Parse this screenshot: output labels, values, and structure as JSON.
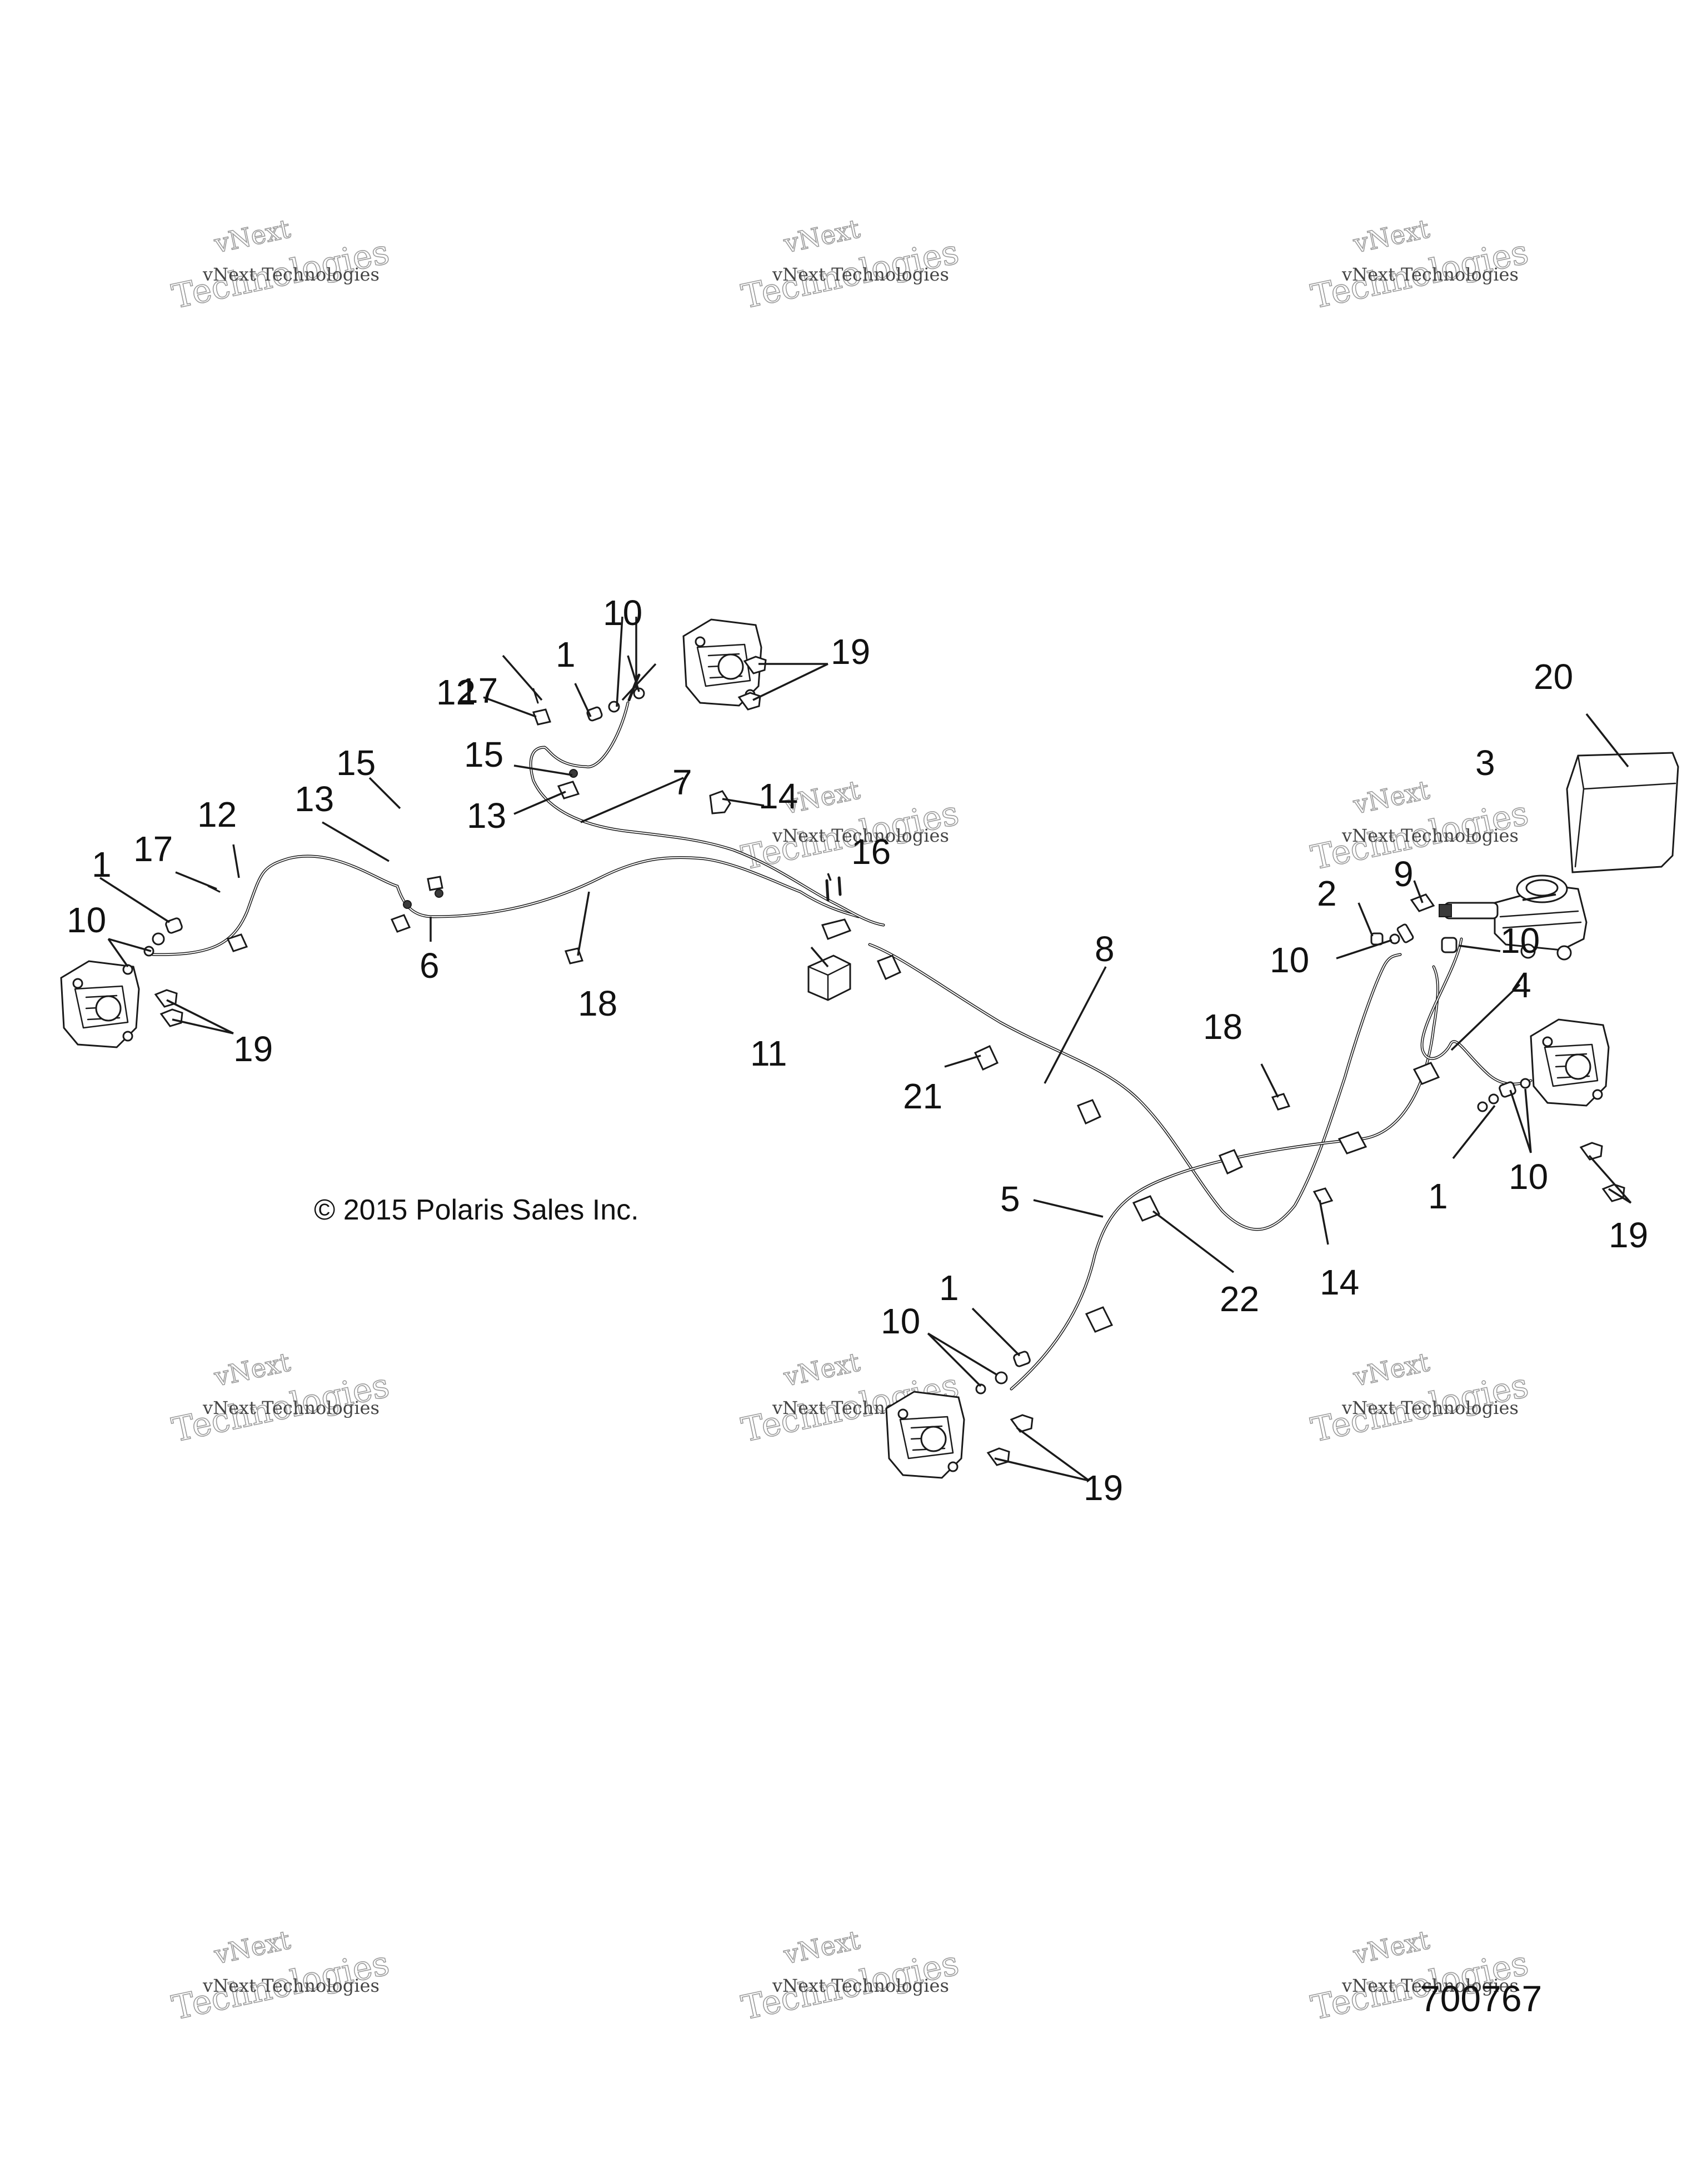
{
  "diagram": {
    "copyright": "© 2015 Polaris Sales Inc.",
    "figure_number": "700767",
    "watermark": {
      "line_top": "vNext",
      "line_mid": "vNext Technologies",
      "line_big": "Technologies"
    },
    "callouts": [
      "1",
      "2",
      "3",
      "4",
      "5",
      "6",
      "7",
      "8",
      "9",
      "10",
      "11",
      "12",
      "13",
      "14",
      "15",
      "16",
      "17",
      "18",
      "19",
      "20",
      "21",
      "22"
    ],
    "parts": [
      "caliper-front-left",
      "caliper-front-right",
      "caliper-rear-left",
      "caliper-rear-right",
      "master-cylinder",
      "mounting-bracket",
      "brake-line-4",
      "brake-line-5",
      "brake-line-6",
      "brake-line-7",
      "brake-line-8",
      "junction-block",
      "banjo-bolt",
      "crush-washer",
      "caliper-bolt",
      "retaining-clip",
      "line-clamp",
      "hose-clip",
      "fitting"
    ]
  }
}
